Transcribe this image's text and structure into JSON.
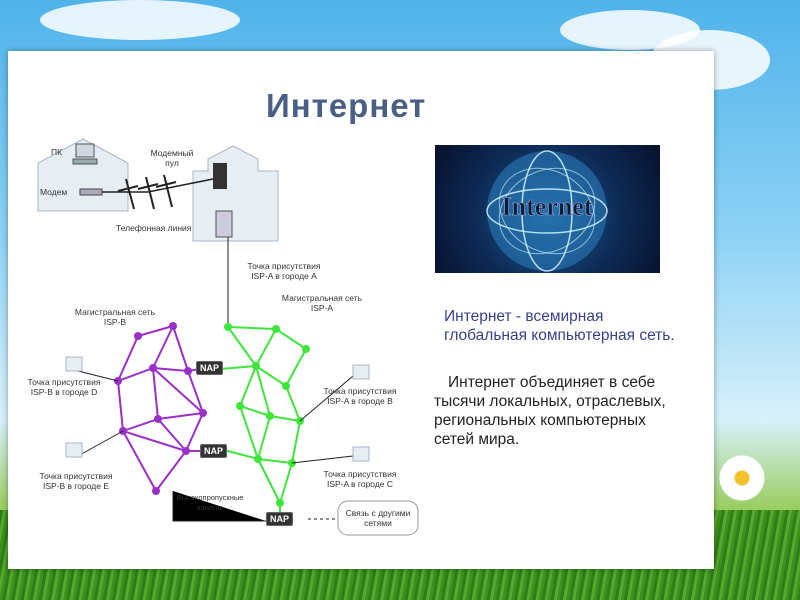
{
  "slide": {
    "title": "Интернет",
    "paragraph1": "Интернет - всемирная глобальная компьютерная сеть.",
    "paragraph2": "Интернет объединяет в себе тысячи локальных, отраслевых, региональных компьютерных сетей мира."
  },
  "image": {
    "text": "Internet"
  },
  "diagram": {
    "labels": {
      "pc": "ПК",
      "modem": "Модем",
      "modem_pool": "Модемный пул",
      "phone_line": "Телефонная линия",
      "pop_isp_a_city_a": "Точка присутствия ISP-A в городе А",
      "backbone_isp_b": "Магистральная сеть ISP-B",
      "backbone_isp_a": "Магистральная сеть ISP-A",
      "pop_isp_b_city_d": "Точка присутствия ISP-B в городе D",
      "pop_isp_a_city_b": "Точка присутствия ISP-A в городе B",
      "pop_isp_b_city_e": "Точка присутствия ISP-B в городе E",
      "pop_isp_a_city_c": "Точка присутствия ISP-A в городе C",
      "high_speed_channels": "Высокопропускные каналы",
      "other_networks": "Связь с другими сетями",
      "nap": "NAP"
    }
  },
  "colors": {
    "purple": "#9b2fc9",
    "green": "#3fe63a",
    "title": "#4a5f86"
  }
}
